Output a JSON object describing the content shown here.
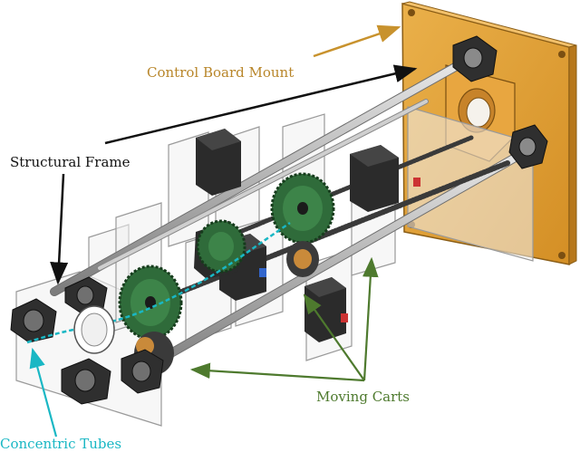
{
  "labels": {
    "control_board_mount": "Control Board Mount",
    "structural_frame": "Structural Frame",
    "moving_carts": "Moving Carts",
    "concentric_tubes": "Concentric Tubes"
  },
  "colors": {
    "control_board_mount": "#b8862a",
    "structural_frame": "#111111",
    "moving_carts": "#4e7a2e",
    "concentric_tubes": "#19b7c4",
    "plate_orange": "#e3a33a",
    "frame_clear": "#eeeeee",
    "gear_green": "#2f6b3a",
    "motor_black": "#2a2a2a",
    "rod_gray": "#a9a9a9"
  }
}
